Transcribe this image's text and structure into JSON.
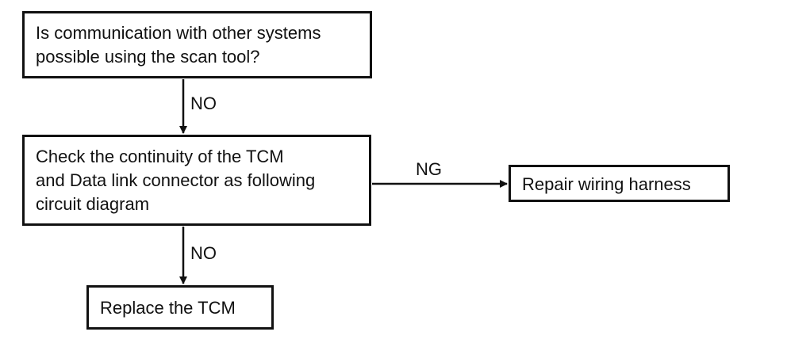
{
  "nodes": {
    "question": {
      "line1": "Is communication with other systems",
      "line2": "possible using the scan tool?"
    },
    "check": {
      "line1": "Check the continuity of the TCM",
      "line2": "and Data link connector as following",
      "line3": "circuit diagram"
    },
    "repair": {
      "line1": "Repair wiring harness"
    },
    "replace": {
      "line1": "Replace the TCM"
    }
  },
  "edges": {
    "question_to_check": "NO",
    "check_to_repair": "NG",
    "check_to_replace": "NO"
  },
  "colors": {
    "stroke": "#111111",
    "background": "#ffffff"
  }
}
